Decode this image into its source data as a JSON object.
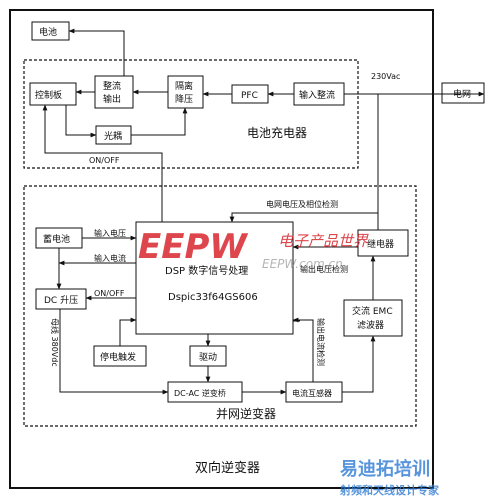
{
  "diagram": {
    "outer_title": "双向逆变器",
    "charger": {
      "title": "电池充电器",
      "battery": "电池",
      "controller": "控制板",
      "rectifier_line1": "整流",
      "rectifier_line2": "输出",
      "isolation_line1": "隔离",
      "isolation_line2": "降压",
      "pfc": "PFC",
      "input_rect": "输入整流",
      "optocoupler": "光耦"
    },
    "grid_voltage": "230Vac",
    "grid": "电网",
    "on_off_top": "ON/OFF",
    "inverter": {
      "title": "并网逆变器",
      "storage_battery": "蓄电池",
      "dc_boost": "DC 升压",
      "dsp_line1": "DSP 数字信号处理",
      "dsp_line2": "Dspic33f64GS606",
      "input_voltage": "输入电压",
      "input_current": "输入电流",
      "on_off": "ON/OFF",
      "bus_label": "母线 380Vdc",
      "power_fail": "停电触发",
      "driver": "驱动",
      "dcac": "DC-AC 逆变桥",
      "ct": "电流互感器",
      "relay": "继电器",
      "emc_line1": "交流 EMC",
      "emc_line2": "滤波器",
      "grid_detect": "电网电压及相位检测",
      "out_voltage_detect": "输出电压检测",
      "out_current_detect": "输出电流检测"
    }
  },
  "watermarks": {
    "brand": "EEPW",
    "brand_cn": "电子产品世界",
    "site": "EEPW.com.cn",
    "logo_text": "易迪拓培训",
    "logo_sub": "射频和天线设计专家"
  },
  "colors": {
    "watermark_red": "#d8262d",
    "line": "#111111"
  }
}
